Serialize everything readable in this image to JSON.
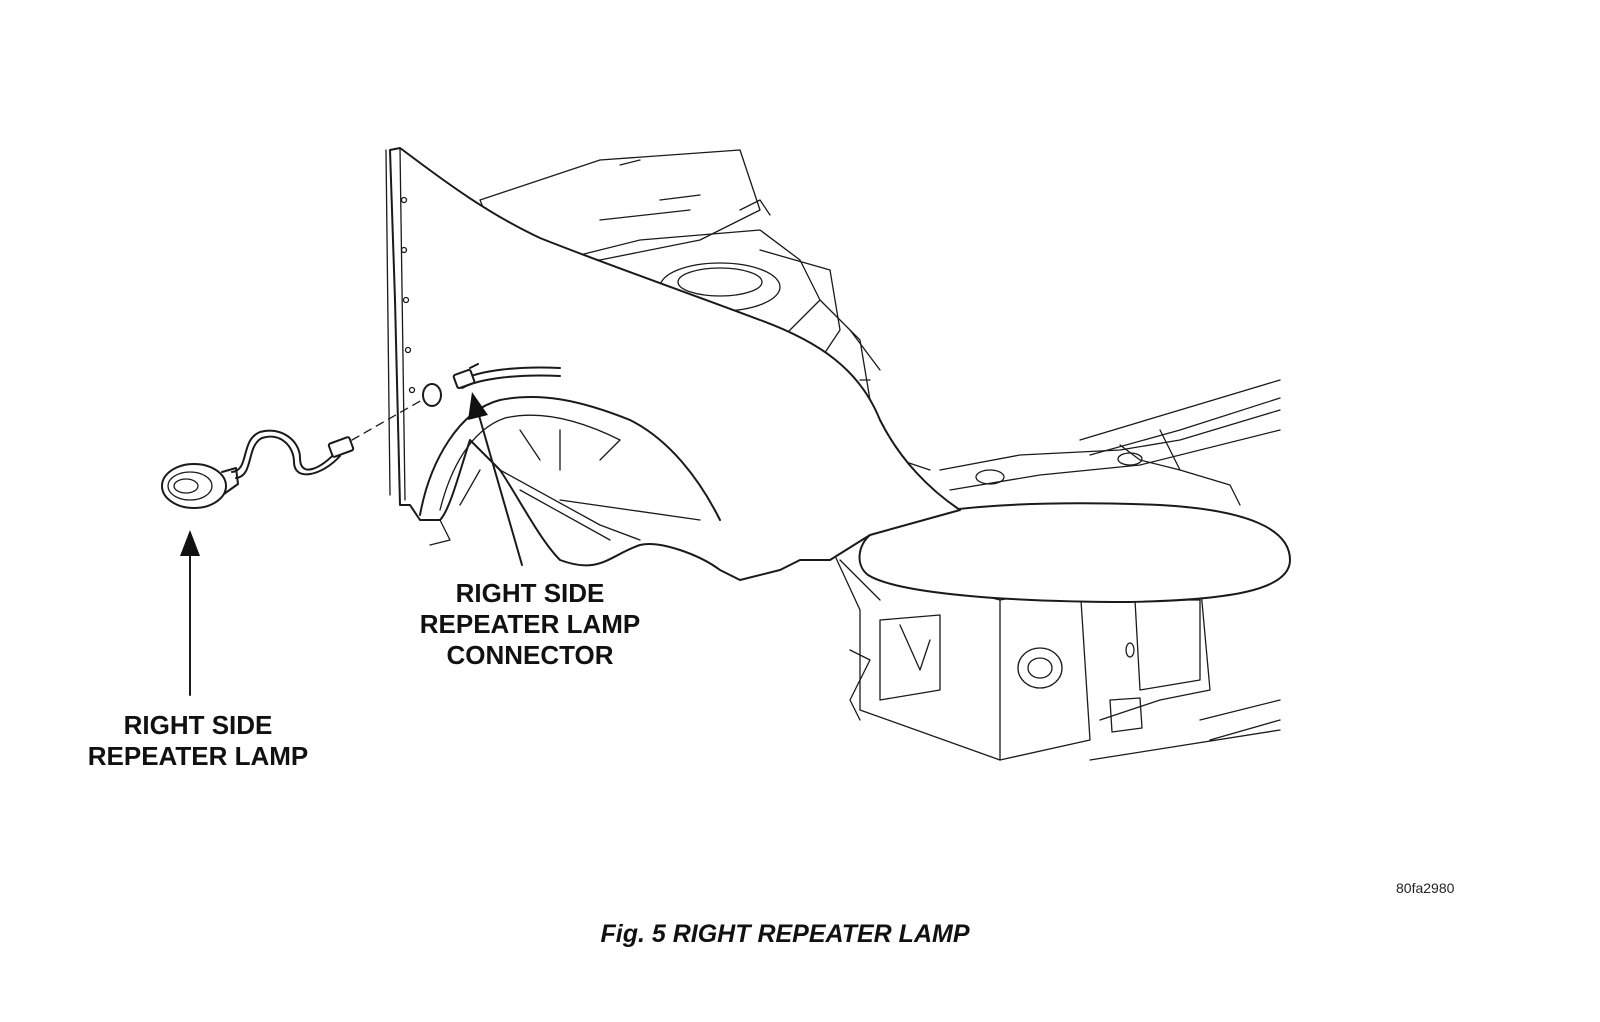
{
  "figure": {
    "caption": "Fig. 5 RIGHT REPEATER LAMP",
    "image_code": "80fa2980"
  },
  "callouts": {
    "repeater_lamp": {
      "line1": "RIGHT SIDE",
      "line2": "REPEATER LAMP"
    },
    "repeater_lamp_connector": {
      "line1": "RIGHT SIDE",
      "line2": "REPEATER LAMP",
      "line3": "CONNECTOR"
    }
  }
}
